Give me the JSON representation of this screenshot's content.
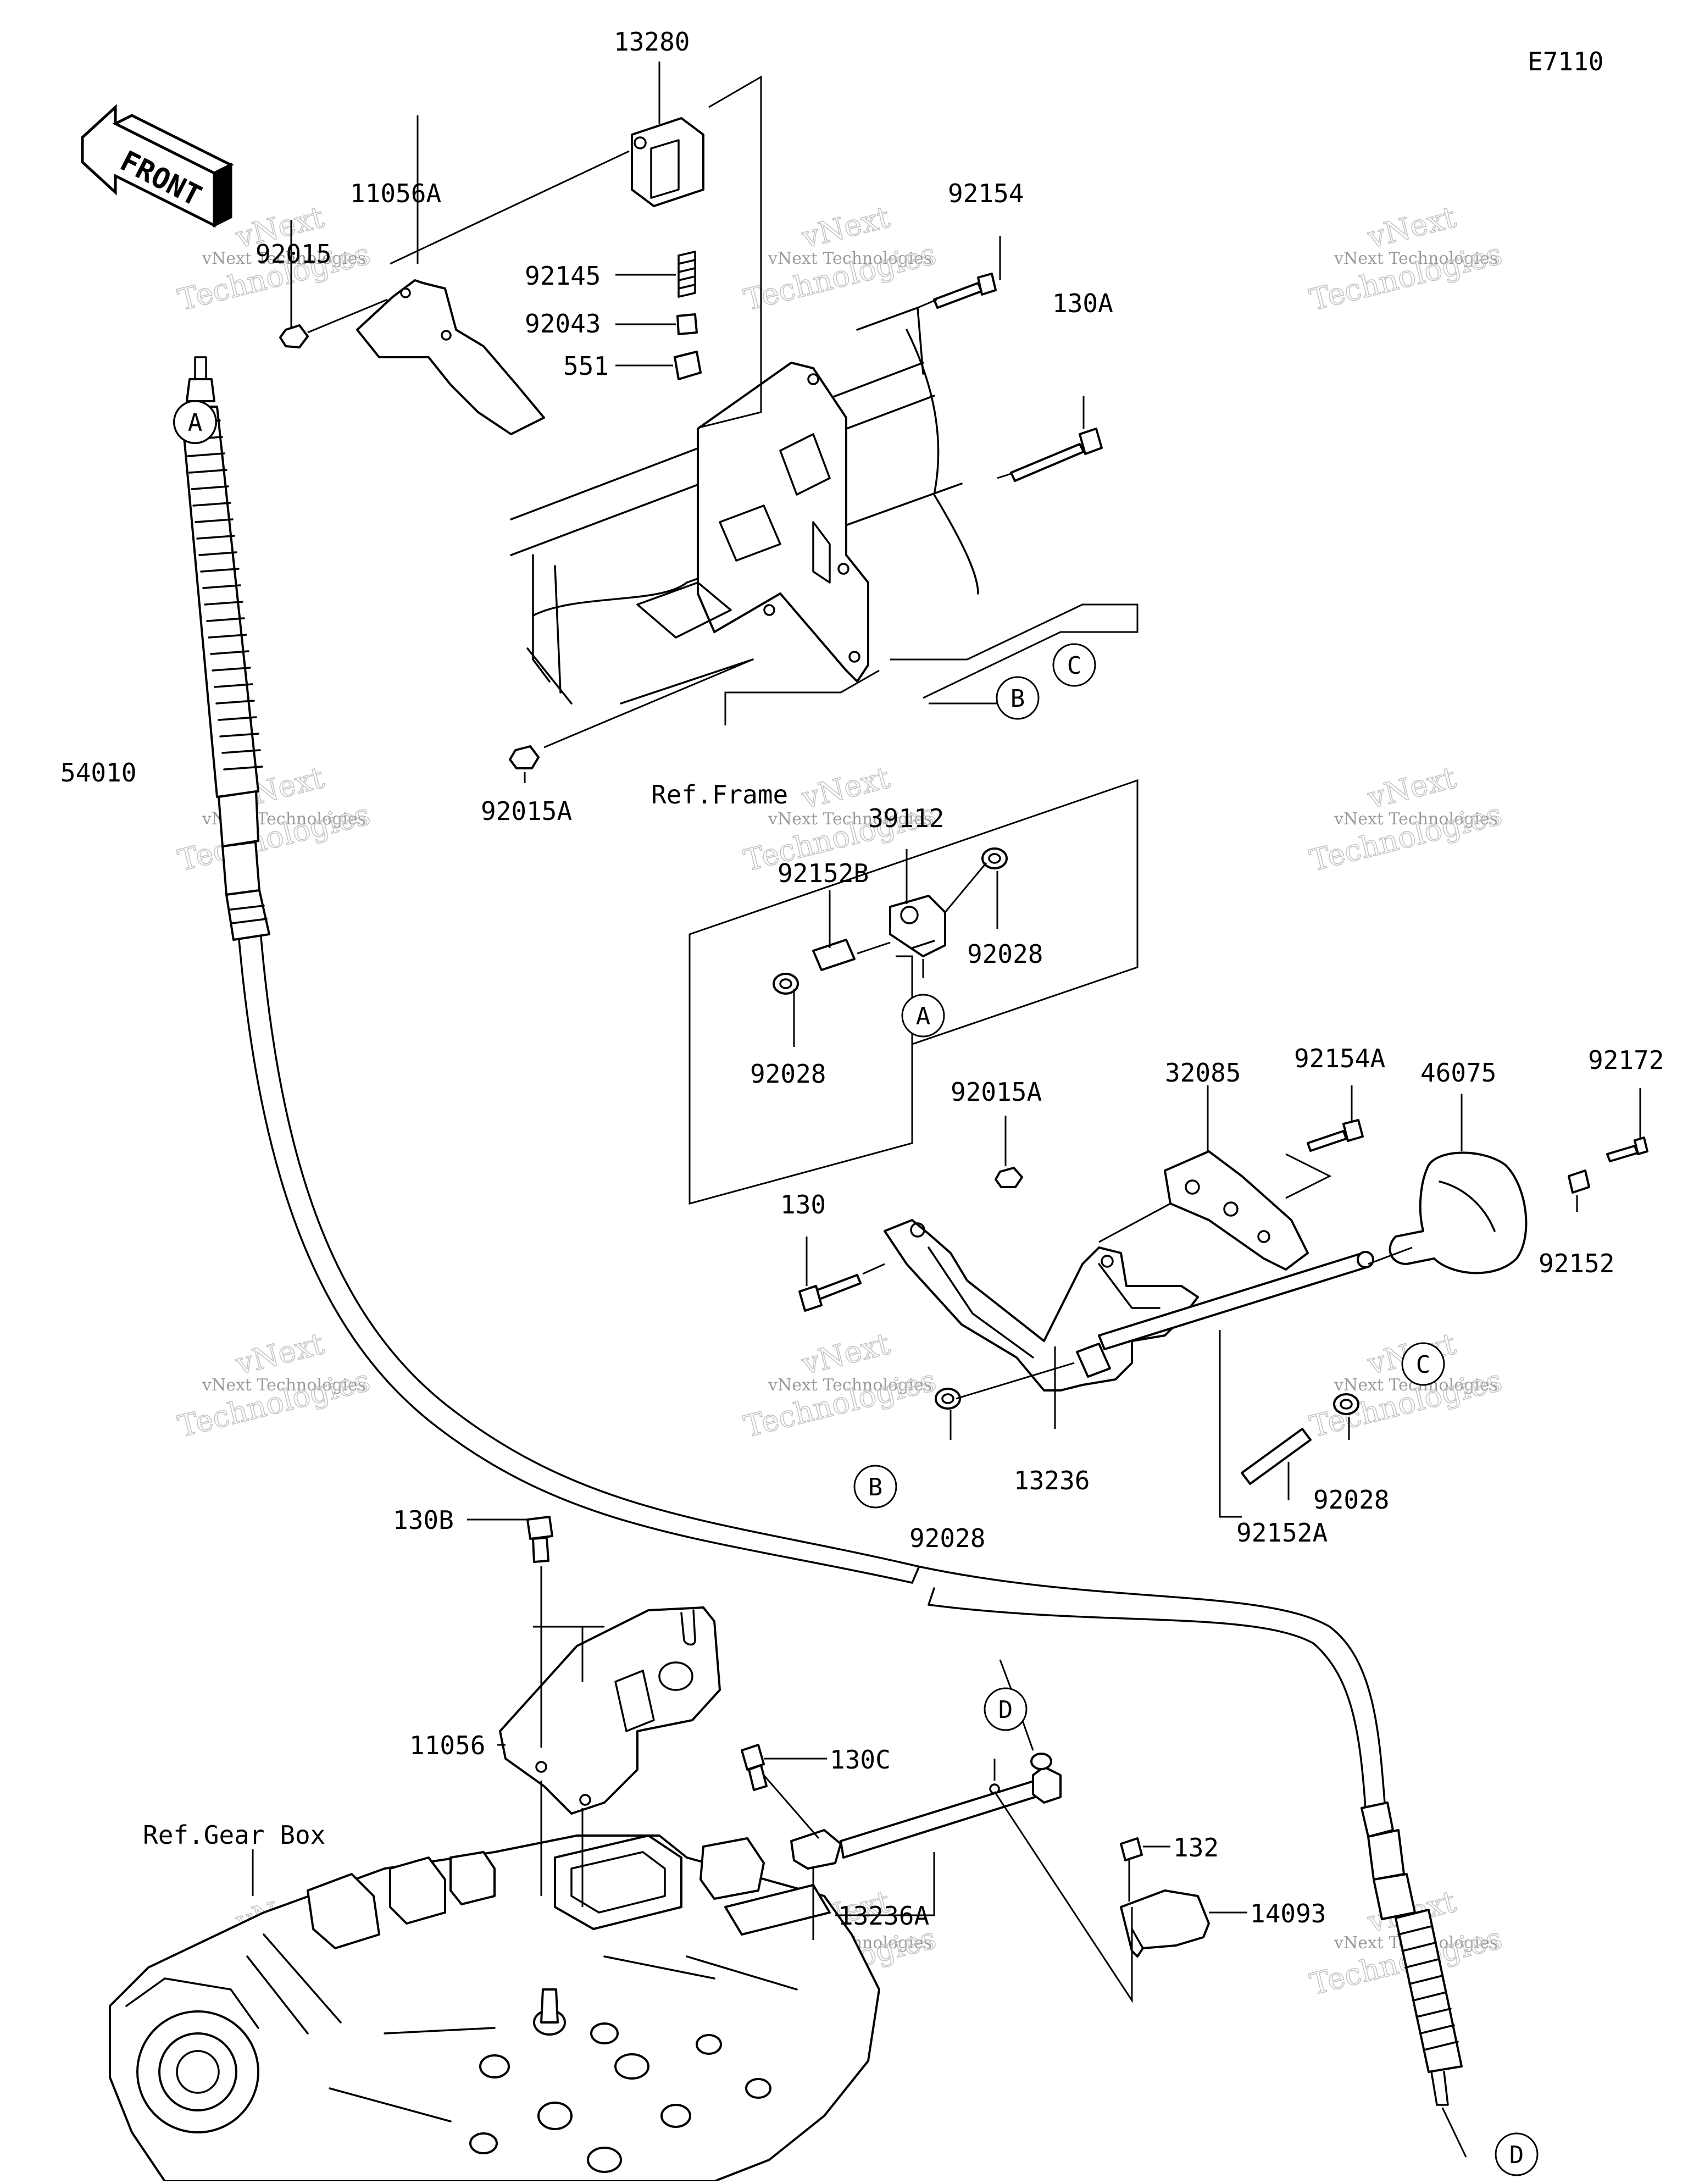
{
  "diagram_code": "E7110",
  "front_label": "FRONT",
  "reference_labels": {
    "frame": "Ref.Frame",
    "gear_box": "Ref.Gear Box"
  },
  "parts": [
    {
      "id": "p13280",
      "number": "13280"
    },
    {
      "id": "p11056A",
      "number": "11056A"
    },
    {
      "id": "p92015",
      "number": "92015"
    },
    {
      "id": "p92145",
      "number": "92145"
    },
    {
      "id": "p92043",
      "number": "92043"
    },
    {
      "id": "p551",
      "number": "551"
    },
    {
      "id": "p92154",
      "number": "92154"
    },
    {
      "id": "p130A",
      "number": "130A"
    },
    {
      "id": "p54010",
      "number": "54010"
    },
    {
      "id": "p92015A_top",
      "number": "92015A"
    },
    {
      "id": "p39112",
      "number": "39112"
    },
    {
      "id": "p92152B",
      "number": "92152B"
    },
    {
      "id": "p92028_a",
      "number": "92028"
    },
    {
      "id": "p92028_b",
      "number": "92028"
    },
    {
      "id": "p92154A",
      "number": "92154A"
    },
    {
      "id": "p32085",
      "number": "32085"
    },
    {
      "id": "p46075",
      "number": "46075"
    },
    {
      "id": "p92172",
      "number": "92172"
    },
    {
      "id": "p92015A_mid",
      "number": "92015A"
    },
    {
      "id": "p130",
      "number": "130"
    },
    {
      "id": "p92152",
      "number": "92152"
    },
    {
      "id": "p13236",
      "number": "13236"
    },
    {
      "id": "p92028_c",
      "number": "92028"
    },
    {
      "id": "p92028_d",
      "number": "92028"
    },
    {
      "id": "p92152A",
      "number": "92152A"
    },
    {
      "id": "p130B",
      "number": "130B"
    },
    {
      "id": "p11056",
      "number": "11056"
    },
    {
      "id": "p130C",
      "number": "130C"
    },
    {
      "id": "p13236A",
      "number": "13236A"
    },
    {
      "id": "p132",
      "number": "132"
    },
    {
      "id": "p14093",
      "number": "14093"
    }
  ],
  "connection_markers": [
    {
      "id": "m_a_top",
      "letter": "A"
    },
    {
      "id": "m_a_mid",
      "letter": "A"
    },
    {
      "id": "m_b_top",
      "letter": "B"
    },
    {
      "id": "m_c_top",
      "letter": "C"
    },
    {
      "id": "m_b_mid",
      "letter": "B"
    },
    {
      "id": "m_c_mid",
      "letter": "C"
    },
    {
      "id": "m_d_mid",
      "letter": "D"
    },
    {
      "id": "m_d_bot",
      "letter": "D"
    }
  ],
  "watermark": {
    "brand": "vNext",
    "company": "vNext Technologies",
    "word": "Technologies"
  }
}
